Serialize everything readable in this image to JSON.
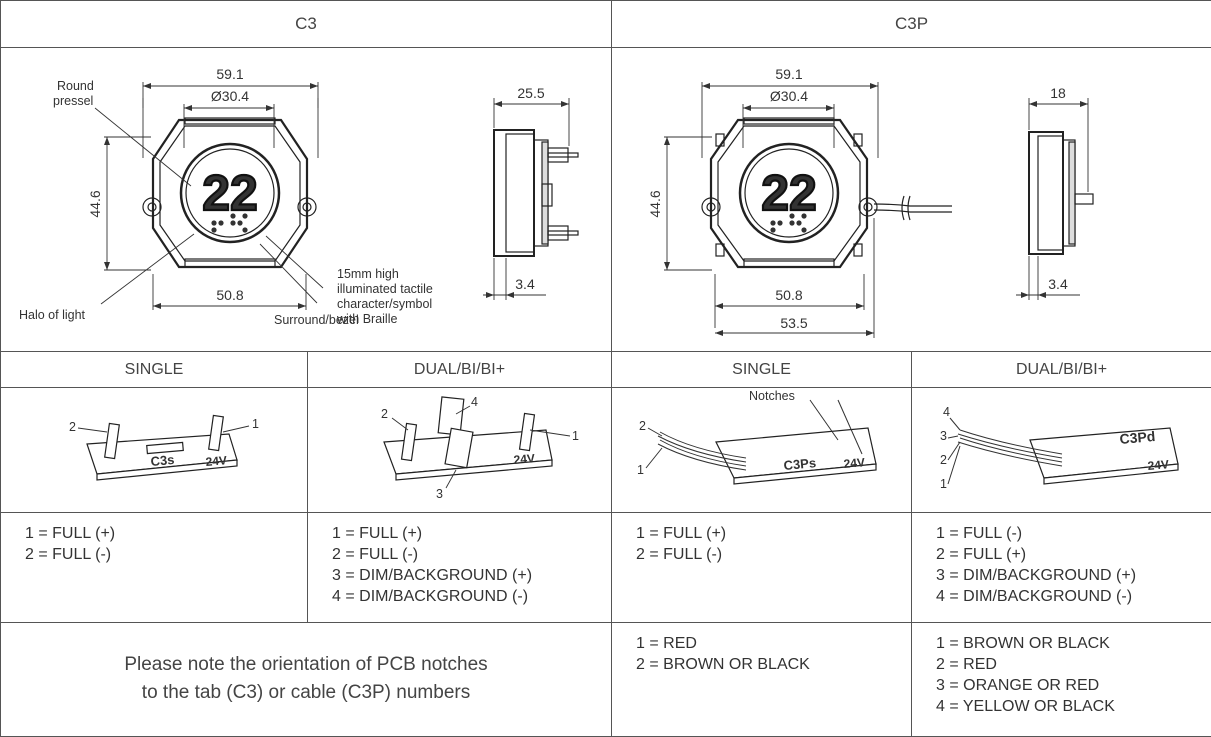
{
  "headers": {
    "c3": "C3",
    "c3p": "C3P"
  },
  "c3_drawing": {
    "dim_width": "59.1",
    "dim_diameter": "Ø30.4",
    "dim_height": "44.6",
    "dim_bottom": "50.8",
    "dim_depth": "25.5",
    "dim_thickness": "3.4",
    "number": "22",
    "label_round_pressel": [
      "Round",
      "pressel"
    ],
    "label_halo": "Halo of light",
    "label_tactile": [
      "15mm high",
      "illuminated tactile",
      "character/symbol",
      "with Braille"
    ],
    "label_surround": "Surround/bezel"
  },
  "c3p_drawing": {
    "dim_width": "59.1",
    "dim_diameter": "Ø30.4",
    "dim_height": "44.6",
    "dim_bottom": "50.8",
    "dim_bottom2": "53.5",
    "dim_depth": "18",
    "dim_thickness": "3.4",
    "number": "22"
  },
  "subheaders": {
    "c3_single": "SINGLE",
    "c3_dual": "DUAL/BI/BI+",
    "c3p_single": "SINGLE",
    "c3p_dual": "DUAL/BI/BI+"
  },
  "pcb": {
    "c3_single": {
      "board": "C3s",
      "volt": "24V",
      "pin1": "1",
      "pin2": "2"
    },
    "c3_dual": {
      "volt": "24V",
      "pin1": "1",
      "pin2": "2",
      "pin3": "3",
      "pin4": "4"
    },
    "c3p_single": {
      "board": "C3Ps",
      "volt": "24V",
      "notches": "Notches",
      "w1": "1",
      "w2": "2"
    },
    "c3p_dual": {
      "board": "C3Pd",
      "volt": "24V",
      "w1": "1",
      "w2": "2",
      "w3": "3",
      "w4": "4"
    }
  },
  "connections": {
    "c3_single": [
      "1 = FULL (+)",
      "2 = FULL (-)"
    ],
    "c3_dual": [
      "1 = FULL (+)",
      "2 = FULL (-)",
      "3 = DIM/BACKGROUND (+)",
      "4 = DIM/BACKGROUND (-)"
    ],
    "c3p_single": [
      "1 = FULL (+)",
      "2 = FULL (-)"
    ],
    "c3p_dual": [
      "1 = FULL (-)",
      "2 = FULL (+)",
      "3 = DIM/BACKGROUND (+)",
      "4 = DIM/BACKGROUND (-)"
    ]
  },
  "note": [
    "Please note the orientation of PCB notches",
    "to the tab (C3) or cable (C3P) numbers"
  ],
  "wire_colors": {
    "c3p_single": [
      "1 = RED",
      "2 = BROWN OR BLACK"
    ],
    "c3p_dual": [
      "1 = BROWN OR BLACK",
      "2 = RED",
      "3 = ORANGE OR RED",
      "4 = YELLOW OR BLACK"
    ]
  }
}
